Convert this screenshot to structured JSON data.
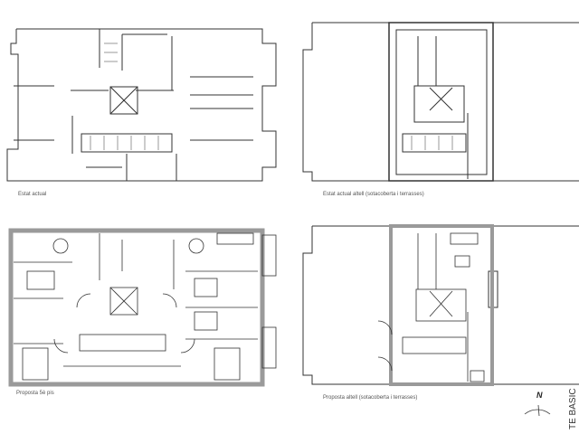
{
  "plans": [
    {
      "label": "Estat actual"
    },
    {
      "label": "Estat actual altell (sotacoberta i terrasses)"
    },
    {
      "label": "Proposta 5è pis"
    },
    {
      "label": "Proposta altell (sotacoberta i terrasses)"
    }
  ],
  "north_label": "N",
  "side_text": "TE BASIC",
  "colors": {
    "line": "#333333",
    "wall_fill": "#9a9a9a",
    "label": "#555555"
  }
}
